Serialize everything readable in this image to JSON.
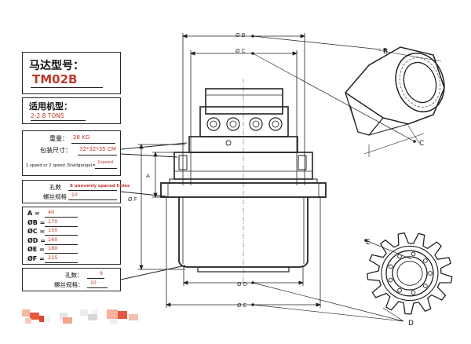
{
  "model_box": {
    "heading": "马达型号：",
    "model": "TM02B"
  },
  "machine_box": {
    "heading": "适用机型：",
    "value": "2-2.8 TONS"
  },
  "spec_box": {
    "weight_label": "重量：",
    "weight_value": "28 KG",
    "package_label": "包装尺寸：",
    "package_value": "32*32*35 CM",
    "speed_label": "1 speed or 2 speed (Snellgange)=",
    "speed_value": "2speed"
  },
  "holes_box_top": {
    "holes_label": "孔数",
    "holes_value": "8 unevenly spaced holes",
    "thread_label": "螺丝规格",
    "thread_value": "10"
  },
  "dims_box": {
    "rows": [
      {
        "label": "A =",
        "value": "40"
      },
      {
        "label": "ØB =",
        "value": "170"
      },
      {
        "label": "ØC =",
        "value": "150"
      },
      {
        "label": "ØD =",
        "value": "160"
      },
      {
        "label": "ØE =",
        "value": "180"
      },
      {
        "label": "ØF =",
        "value": "225"
      }
    ]
  },
  "holes_box_bottom": {
    "holes_label": "孔数：",
    "holes_value": "9",
    "thread_label": "螺丝规格：",
    "thread_value": "10"
  },
  "drawing": {
    "dim_b": "Ø B",
    "dim_c": "Ø C",
    "dim_a": "A",
    "dim_f": "Ø F",
    "dim_d": "Ø D",
    "dim_e": "Ø E",
    "callout_b": "B",
    "callout_c": "C",
    "callout_e": "E",
    "callout_d": "D"
  },
  "colors": {
    "value_text": "#c0392b",
    "line": "#222222",
    "box_border": "#2a2a2a"
  }
}
